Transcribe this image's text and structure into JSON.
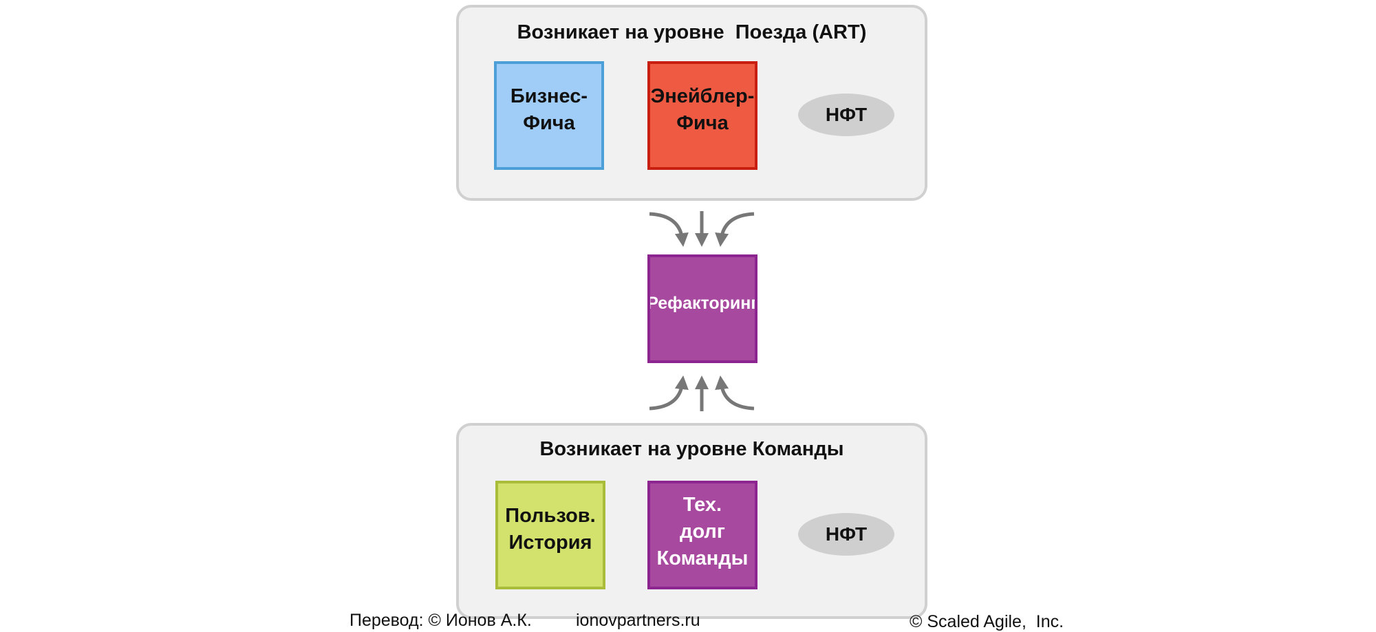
{
  "top_panel": {
    "title": "Возникает на уровне  Поезда (ART)",
    "notes": {
      "business_feature": "Бизнес-\nФича",
      "enabler_feature": "Энейблер-\nФича"
    },
    "nfr": "НФТ"
  },
  "center_note": {
    "label": "Рефакторинг"
  },
  "bottom_panel": {
    "title": "Возникает на уровне Команды",
    "notes": {
      "user_story": "Пользов.\nИстория",
      "team_tech_debt": "Тех.\nдолг\nКоманды"
    },
    "nfr": "НФТ"
  },
  "footer": {
    "translation": "Перевод: © Ионов А.К.",
    "website": "ionovpartners.ru",
    "copyright": "© Scaled Agile,  Inc."
  },
  "colors": {
    "panel_bg": "#f1f1f1",
    "panel_border": "#d0d0d0",
    "business": "#9fcdf7",
    "business_border": "#4d9fd8",
    "enabler": "#ef5a43",
    "enabler_border": "#c91f10",
    "refactor": "#a74a9f",
    "refactor_border": "#8c2590",
    "story": "#d3e26d",
    "story_border": "#a9bd3b",
    "arrow": "#777777"
  },
  "icons": {
    "arrows": "curved-converging-arrows"
  }
}
